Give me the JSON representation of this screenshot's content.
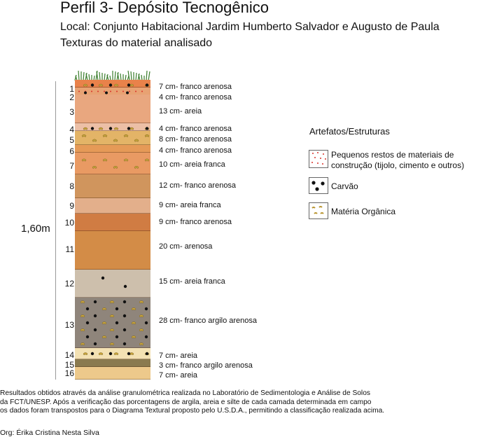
{
  "header": {
    "title": "Perfil 3- Depósito Tecnogênico",
    "location": "Local: Conjunto Habitacional Jardim Humberto Salvador e Augusto de Paula",
    "subtitle": "Texturas do material analisado"
  },
  "profile": {
    "depth_label": "1,60m",
    "layers": [
      {
        "num": "1",
        "desc": "7 cm-  franco arenosa",
        "color": "#e9824a",
        "pattern": "mixed"
      },
      {
        "num": "2",
        "desc": "4 cm-  franco arenosa",
        "color": "#e8a273",
        "pattern": "rubble"
      },
      {
        "num": "3",
        "desc": "13 cm-  areia",
        "color": "#e9a77f",
        "pattern": "none"
      },
      {
        "num": "4",
        "desc": "4 cm-  franco arenosa",
        "color": "#ecbfa6",
        "pattern": "mixed"
      },
      {
        "num": "5",
        "desc": "8 cm-  franco arenosa",
        "color": "#e3b467",
        "pattern": "organic"
      },
      {
        "num": "6",
        "desc": "4 cm-  franco arenosa",
        "color": "#e59a57",
        "pattern": "none"
      },
      {
        "num": "7",
        "desc": "10 cm-  areia franca",
        "color": "#e99a63",
        "pattern": "organic"
      },
      {
        "num": "8",
        "desc": "12 cm-  franco arenosa",
        "color": "#d0955d",
        "pattern": "none"
      },
      {
        "num": "9",
        "desc": "9 cm-  areia franca",
        "color": "#e3af8b",
        "pattern": "none"
      },
      {
        "num": "10",
        "desc": "9 cm-  franco arenosa",
        "color": "#d07c43",
        "pattern": "none"
      },
      {
        "num": "11",
        "desc": "20 cm-  arenosa",
        "color": "#d38c47",
        "pattern": "none"
      },
      {
        "num": "12",
        "desc": "15 cm-  areia franca",
        "color": "#cdbfac",
        "pattern": "charcoal"
      },
      {
        "num": "13",
        "desc": "28 cm-  franco argilo arenosa",
        "color": "#8f857b",
        "pattern": "mixed-dense"
      },
      {
        "num": "14",
        "desc": "7 cm-  areia",
        "color": "#f3e1b3",
        "pattern": "mixed"
      },
      {
        "num": "15",
        "desc": "3 cm-  franco argilo arenosa",
        "color": "#8a7a4f",
        "pattern": "none"
      },
      {
        "num": "16",
        "desc": "7 cm-  areia",
        "color": "#edc98b",
        "pattern": "none"
      }
    ]
  },
  "legend": {
    "title": "Artefatos/Estruturas",
    "items": [
      {
        "label_line1": "Pequenos  restos  de  materiais  de",
        "label_line2": "construção (tijolo, cimento e outros)",
        "icon": "rubble-icon"
      },
      {
        "label_line1": "Carvão",
        "icon": "charcoal-icon"
      },
      {
        "label_line1": "Matéria Orgânica",
        "icon": "organic-matter-icon"
      }
    ]
  },
  "footer": {
    "paragraph_l1": "Resultados obtidos através da análise granulométrica realizada no Laboratório de Sedimentologia e Análise de Solos",
    "paragraph_l2": "da FCT/UNESP. Após a verificação das porcentagens de argila, areia e silte de cada camada determinada em campo",
    "paragraph_l3": "os dados foram transpostos para o Diagrama Textural proposto pelo U.S.D.A., permitindo a classificação realizada acima.",
    "org": "Org: Érika Cristina Nesta Silva"
  }
}
